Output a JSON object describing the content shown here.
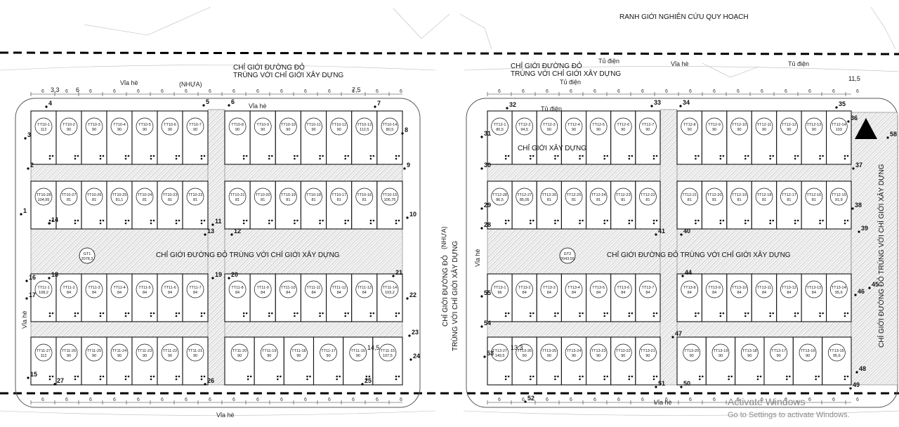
{
  "labels": {
    "boundary_top": "RANH GIỚI NGHIÊN CỨU QUY HOẠCH",
    "road_line_left_1": "CHỈ GIỚI ĐƯỜNG ĐỎ",
    "road_line_left_2": "TRÙNG VỚI CHỈ GIỚI XÂY DỰNG",
    "road_line_right_1": "CHỈ GIỚI ĐƯỜNG ĐỎ",
    "road_line_right_2": "TRÙNG VỚI CHỈ GIỚI XÂY DỰNG",
    "nhua_top": "(NHỰA)",
    "nhua_mid": "(NHỰA)",
    "center_road_left": "CHỈ GIỚI ĐƯỜNG ĐỎ TRÙNG VỚI CHỈ GIỚI XÂY DỰNG",
    "center_road_right": "CHỈ GIỚI ĐƯỜNG ĐỎ TRÙNG VỚI CHỈ GIỚI XÂY DỰNG",
    "vertical_mid_1": "CHỈ GIỚI ĐƯỜNG ĐỎ",
    "vertical_mid_2": "TRÙNG VỚI CHỈ GIỚI XÂY DỰNG",
    "vertical_right": "CHỈ GIỚI ĐƯỜNG ĐỎ TRÙNG VỚI CHỈ GIỚI XÂY DỰNG",
    "build_line": "CHỈ GIỚI XÂY DỰNG",
    "sidewalk": "Vỉa hè",
    "pole": "Tủ điện",
    "green_left_id": "GT1",
    "green_left_area": "2078,3",
    "green_right_id": "GT2",
    "green_right_area": "2043,55",
    "dim_1": "6",
    "dim_2": "3,3",
    "dim_3": "7,5",
    "dim_4": "11,5",
    "dim_5": "14,5",
    "dim_6": "13,3"
  },
  "points": [
    "1",
    "2",
    "3",
    "4",
    "5",
    "6",
    "7",
    "8",
    "9",
    "10",
    "11",
    "12",
    "13",
    "14",
    "15",
    "16",
    "17",
    "18",
    "19",
    "20",
    "21",
    "22",
    "23",
    "24",
    "25",
    "26",
    "27",
    "28",
    "29",
    "30",
    "31",
    "32",
    "33",
    "34",
    "35",
    "36",
    "37",
    "38",
    "39",
    "40",
    "41",
    "44",
    "45",
    "46",
    "47",
    "48",
    "49",
    "50",
    "51",
    "52",
    "53",
    "54",
    "55",
    "58"
  ],
  "lots_left_row1": [
    {
      "id": "TT10-1",
      "area": "112"
    },
    {
      "id": "TT10-2",
      "area": "90"
    },
    {
      "id": "TT10-3",
      "area": "90"
    },
    {
      "id": "TT10-4",
      "area": "90"
    },
    {
      "id": "TT10-5",
      "area": "90"
    },
    {
      "id": "TT10-6",
      "area": "90"
    },
    {
      "id": "TT10-7",
      "area": "90"
    },
    {
      "id": "TT10-8",
      "area": "90"
    },
    {
      "id": "TT10-9",
      "area": "90"
    },
    {
      "id": "TT10-10",
      "area": "90"
    },
    {
      "id": "TT10-11",
      "area": "90"
    },
    {
      "id": "TT10-12",
      "area": "90"
    },
    {
      "id": "TT10-13",
      "area": "112,5"
    },
    {
      "id": "TT10-14",
      "area": "80,5"
    }
  ],
  "lots_left_row2": [
    {
      "id": "TT10-28",
      "area": "104,95"
    },
    {
      "id": "TT10-27",
      "area": "81"
    },
    {
      "id": "TT10-26",
      "area": "81"
    },
    {
      "id": "TT10-25",
      "area": "81,1"
    },
    {
      "id": "TT10-24",
      "area": "81"
    },
    {
      "id": "TT10-23",
      "area": "81"
    },
    {
      "id": "TT10-22",
      "area": "81"
    },
    {
      "id": "TT10-21",
      "area": "81"
    },
    {
      "id": "TT10-20",
      "area": "81"
    },
    {
      "id": "TT10-19",
      "area": "81"
    },
    {
      "id": "TT10-18",
      "area": "81"
    },
    {
      "id": "TT10-17",
      "area": "81"
    },
    {
      "id": "TT10-16",
      "area": "81"
    },
    {
      "id": "TT10-15",
      "area": "106,75"
    }
  ],
  "lots_left_row3": [
    {
      "id": "TT11-1",
      "area": "108,2"
    },
    {
      "id": "TT11-2",
      "area": "84"
    },
    {
      "id": "TT11-3",
      "area": "84"
    },
    {
      "id": "TT11-4",
      "area": "84"
    },
    {
      "id": "TT11-5",
      "area": "84"
    },
    {
      "id": "TT11-6",
      "area": "84"
    },
    {
      "id": "TT11-7",
      "area": "84"
    },
    {
      "id": "TT11-8",
      "area": "84"
    },
    {
      "id": "TT11-9",
      "area": "84"
    },
    {
      "id": "TT11-10",
      "area": "84"
    },
    {
      "id": "TT11-11",
      "area": "84"
    },
    {
      "id": "TT11-12",
      "area": "84"
    },
    {
      "id": "TT11-13",
      "area": "84"
    },
    {
      "id": "TT11-14",
      "area": "103,2"
    }
  ],
  "lots_left_row4": [
    {
      "id": "TT11-27",
      "area": "112"
    },
    {
      "id": "TT11-26",
      "area": "90"
    },
    {
      "id": "TT11-25",
      "area": "90"
    },
    {
      "id": "TT11-24",
      "area": "90"
    },
    {
      "id": "TT11-23",
      "area": "90"
    },
    {
      "id": "TT11-22",
      "area": "90"
    },
    {
      "id": "TT11-21",
      "area": "90"
    },
    {
      "id": "TT11-20",
      "area": "90"
    },
    {
      "id": "TT11-19",
      "area": "90"
    },
    {
      "id": "TT11-18",
      "area": "90"
    },
    {
      "id": "TT11-17",
      "area": "90"
    },
    {
      "id": "TT11-16",
      "area": "90"
    },
    {
      "id": "TT11-15",
      "area": "107,5"
    }
  ],
  "lots_right_row1": [
    {
      "id": "TT12-1",
      "area": "80,5"
    },
    {
      "id": "TT12-2",
      "area": "94,5"
    },
    {
      "id": "TT12-3",
      "area": "90"
    },
    {
      "id": "TT12-4",
      "area": "90"
    },
    {
      "id": "TT12-5",
      "area": "90"
    },
    {
      "id": "TT12-6",
      "area": "90"
    },
    {
      "id": "TT12-7",
      "area": "90"
    },
    {
      "id": "TT12-8",
      "area": "90"
    },
    {
      "id": "TT12-9",
      "area": "90"
    },
    {
      "id": "TT12-10",
      "area": "90"
    },
    {
      "id": "TT12-11",
      "area": "90"
    },
    {
      "id": "TT12-12",
      "area": "90"
    },
    {
      "id": "TT12-13",
      "area": "90"
    },
    {
      "id": "TT12-14",
      "area": "103"
    }
  ],
  "lots_right_row2": [
    {
      "id": "TT12-28",
      "area": "86,5"
    },
    {
      "id": "TT12-27",
      "area": "85,05"
    },
    {
      "id": "TT12-26",
      "area": "81"
    },
    {
      "id": "TT12-25",
      "area": "81"
    },
    {
      "id": "TT12-24",
      "area": "81"
    },
    {
      "id": "TT12-23",
      "area": "81"
    },
    {
      "id": "TT12-22",
      "area": "81"
    },
    {
      "id": "TT12-21",
      "area": "81"
    },
    {
      "id": "TT12-20",
      "area": "81"
    },
    {
      "id": "TT12-19",
      "area": "81"
    },
    {
      "id": "TT12-18",
      "area": "81"
    },
    {
      "id": "TT12-17",
      "area": "81"
    },
    {
      "id": "TT12-16",
      "area": "81"
    },
    {
      "id": "TT12-15",
      "area": "91,9"
    }
  ],
  "lots_right_row3": [
    {
      "id": "TT13-1",
      "area": "96"
    },
    {
      "id": "TT13-2",
      "area": "84"
    },
    {
      "id": "TT13-3",
      "area": "84"
    },
    {
      "id": "TT13-4",
      "area": "84"
    },
    {
      "id": "TT13-5",
      "area": "84"
    },
    {
      "id": "TT13-6",
      "area": "84"
    },
    {
      "id": "TT13-7",
      "area": "84"
    },
    {
      "id": "TT13-8",
      "area": "84"
    },
    {
      "id": "TT13-9",
      "area": "84"
    },
    {
      "id": "TT13-10",
      "area": "84"
    },
    {
      "id": "TT13-11",
      "area": "84"
    },
    {
      "id": "TT13-12",
      "area": "84"
    },
    {
      "id": "TT13-13",
      "area": "84"
    },
    {
      "id": "TT13-14",
      "area": "95,6"
    }
  ],
  "lots_right_row4": [
    {
      "id": "TT13-27",
      "area": "149,5"
    },
    {
      "id": "TT13-26",
      "area": "90"
    },
    {
      "id": "TT13-25",
      "area": "90"
    },
    {
      "id": "TT13-24",
      "area": "90"
    },
    {
      "id": "TT13-23",
      "area": "90"
    },
    {
      "id": "TT13-22",
      "area": "90"
    },
    {
      "id": "TT13-21",
      "area": "90"
    },
    {
      "id": "TT13-20",
      "area": "90"
    },
    {
      "id": "TT13-19",
      "area": "90"
    },
    {
      "id": "TT13-18",
      "area": "90"
    },
    {
      "id": "TT13-17",
      "area": "90"
    },
    {
      "id": "TT13-16",
      "area": "90"
    },
    {
      "id": "TT13-15",
      "area": "95,6"
    }
  ],
  "watermark": {
    "line1": "Activate Windows",
    "line2": "Go to Settings to activate Windows."
  }
}
